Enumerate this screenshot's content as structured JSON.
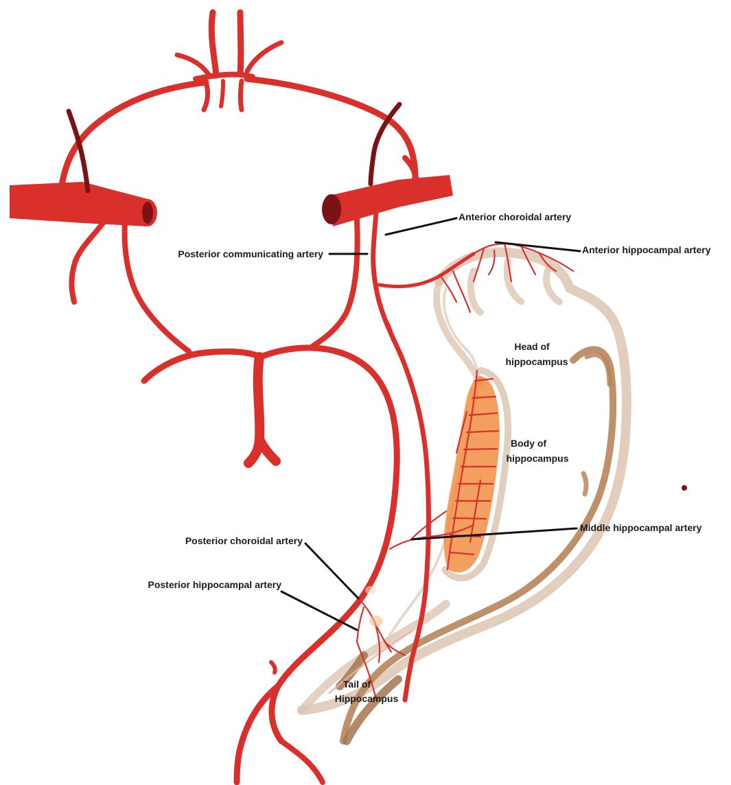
{
  "colors": {
    "artery": "#d9302c",
    "artery_dark": "#7a1216",
    "hippocampus_outline": "#d8c2ad",
    "hippocampus_body": "#f08a3c",
    "fimbria": "#b8855a",
    "leader": "#111111"
  },
  "labels": {
    "anterior_choroidal_artery": "Anterior choroidal artery",
    "anterior_hippocampal_artery": "Anterior hippocampal artery",
    "posterior_communicating_artery": "Posterior communicating artery",
    "head_of_hippocampus": [
      "Head of",
      "hippocampus"
    ],
    "body_of_hippocampus": [
      "Body of",
      "hippocampus"
    ],
    "middle_hippocampal_artery": "Middle hippocampal artery",
    "posterior_choroidal_artery": "Posterior choroidal artery",
    "posterior_hippocampal_artery": "Posterior hippocampal artery",
    "tail_of_hippocampus": [
      "Tail of",
      "Hippocampus"
    ]
  }
}
